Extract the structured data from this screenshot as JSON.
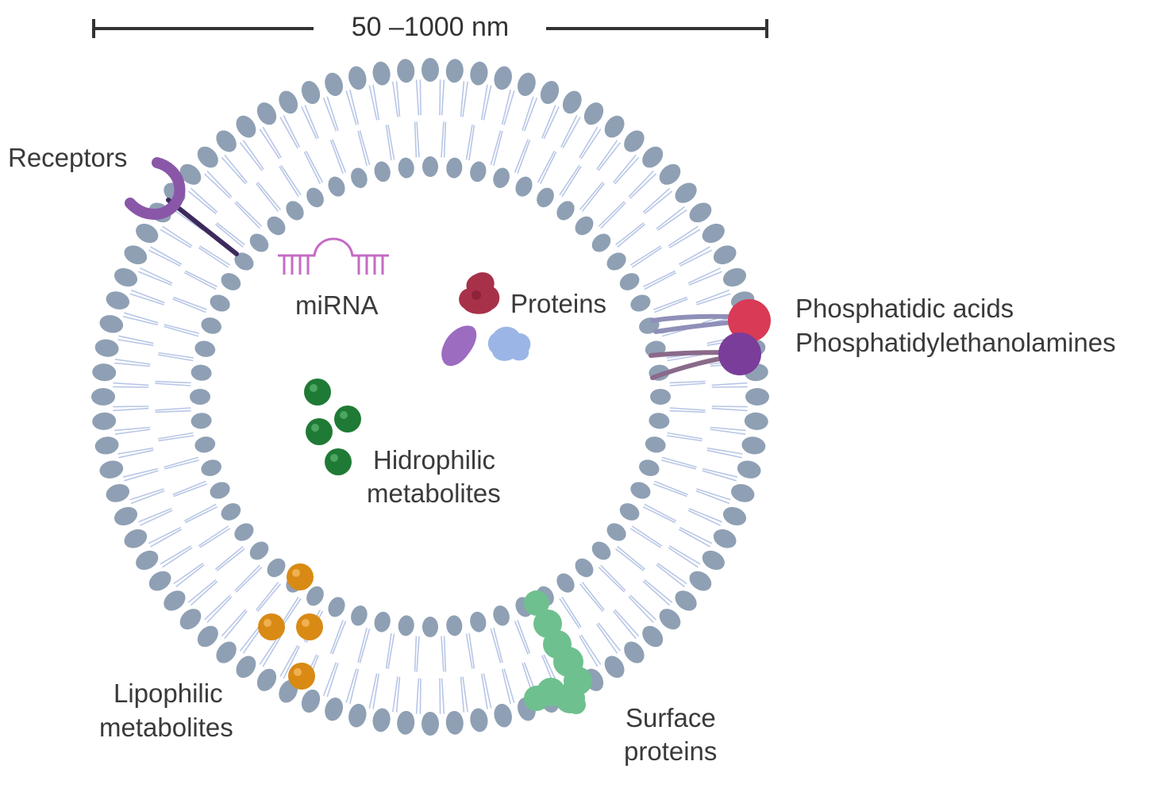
{
  "scale_bar": {
    "label": "50 –1000 nm"
  },
  "labels": {
    "receptors": "Receptors",
    "mirna": "miRNA",
    "proteins": "Proteins",
    "phosphatidic_acids": "Phosphatidic acids",
    "phosphatidylethanolamines": "Phosphatidylethanolamines",
    "hidrophilic_line1": "Hidrophilic",
    "hidrophilic_line2": "metabolites",
    "lipophilic_line1": "Lipophilic",
    "lipophilic_line2": "metabolites",
    "surface_line1": "Surface",
    "surface_line2": "proteins"
  },
  "colors": {
    "lipid_head": "#8fa0b4",
    "lipid_tail": "#b8c6e6",
    "receptor": "#8a57a8",
    "mirna": "#c46bc4",
    "protein_red": "#a8314a",
    "protein_purple": "#9b6cc0",
    "protein_blue": "#9bb6e6",
    "hydrophilic": "#1f7a35",
    "lipophilic": "#d98a14",
    "surface_protein": "#6fc08f",
    "phosphatidic_acid": "#d93a56",
    "phosphatidylethanolamine": "#7a3d9a"
  }
}
